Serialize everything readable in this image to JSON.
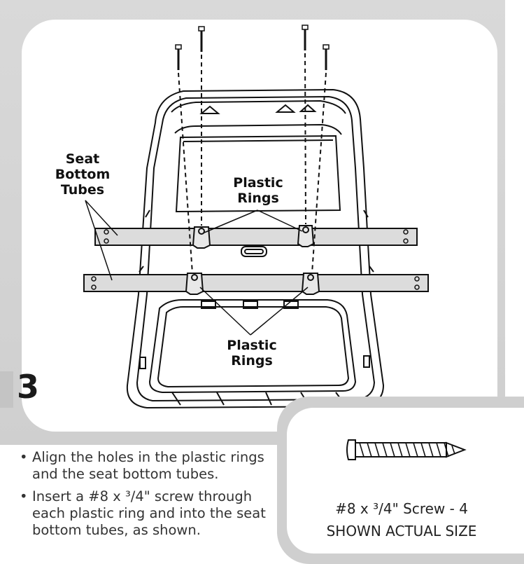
{
  "step": {
    "number": "3"
  },
  "labels": {
    "seat_bottom_tubes": [
      "Seat",
      "Bottom",
      "Tubes"
    ],
    "plastic_rings_top": [
      "Plastic",
      "Rings"
    ],
    "plastic_rings_bottom": [
      "Plastic",
      "Rings"
    ]
  },
  "instructions": [
    {
      "bullet": "•",
      "text": "Align the holes in the plastic rings and the seat bottom tubes."
    },
    {
      "bullet": "•",
      "text": "Insert a #8 x ³/4\" screw through each plastic ring and into the seat bottom tubes, as shown."
    }
  ],
  "hardware": {
    "caption_line1": "#8 x ³/4\" Screw - 4",
    "caption_line2": "SHOWN ACTUAL SIZE"
  },
  "icons": [
    "screw-icon",
    "seat-drawing"
  ]
}
